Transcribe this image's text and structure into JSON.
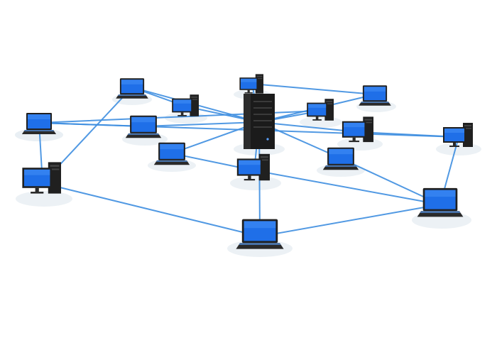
{
  "diagram": {
    "type": "network-topology",
    "colors": {
      "background": "#ffffff",
      "link": "#3f8fe0",
      "screen": "#1f6fe8",
      "screen_glow": "#5aa2ff",
      "device_body": "#202020",
      "node_pad": "#e9eef3"
    },
    "server": {
      "icon": "server-tower-icon"
    },
    "nodes": [
      {
        "id": "n1",
        "device": "laptop"
      },
      {
        "id": "n2",
        "device": "desktop"
      },
      {
        "id": "n3",
        "device": "laptop"
      },
      {
        "id": "n4",
        "device": "desktop"
      },
      {
        "id": "n5",
        "device": "laptop"
      },
      {
        "id": "n6",
        "device": "desktop"
      },
      {
        "id": "n7",
        "device": "laptop"
      },
      {
        "id": "n8",
        "device": "desktop"
      },
      {
        "id": "n9",
        "device": "laptop"
      },
      {
        "id": "n10",
        "device": "desktop"
      },
      {
        "id": "n11",
        "device": "laptop"
      },
      {
        "id": "n12",
        "device": "desktop"
      },
      {
        "id": "n13",
        "device": "laptop"
      },
      {
        "id": "n14",
        "device": "laptop"
      },
      {
        "id": "n15",
        "device": "desktop"
      },
      {
        "id": "n16",
        "device": "laptop"
      }
    ],
    "links": [
      [
        "server",
        "n3"
      ],
      [
        "server",
        "n4"
      ],
      [
        "server",
        "n5"
      ],
      [
        "server",
        "n6"
      ],
      [
        "server",
        "n7"
      ],
      [
        "server",
        "n8"
      ],
      [
        "server",
        "n9"
      ],
      [
        "server",
        "n10"
      ],
      [
        "server",
        "n11"
      ],
      [
        "server",
        "n12"
      ],
      [
        "server",
        "n13"
      ],
      [
        "n1",
        "n2"
      ],
      [
        "n2",
        "n13"
      ],
      [
        "n13",
        "n14"
      ],
      [
        "n14",
        "n15"
      ],
      [
        "n15",
        "n16"
      ],
      [
        "n16",
        "n1"
      ],
      [
        "n1",
        "n5"
      ],
      [
        "n2",
        "n3"
      ],
      [
        "n14",
        "n11"
      ],
      [
        "n15",
        "n10"
      ],
      [
        "n16",
        "n8"
      ],
      [
        "n3",
        "n4"
      ],
      [
        "n6",
        "n9"
      ],
      [
        "n7",
        "n12"
      ],
      [
        "n12",
        "n14"
      ]
    ]
  }
}
